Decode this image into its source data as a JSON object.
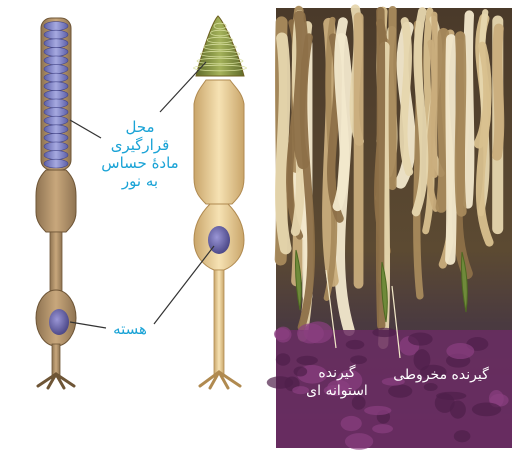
{
  "labels": {
    "photosensitive_site": [
      "محل",
      "قرارگیری",
      "مادهٔ حساس",
      "به نور"
    ],
    "nucleus": "هسته",
    "cone_receptor": "گیرنده مخروطی",
    "rod_receptor": [
      "گیرنده",
      "استوانه ای"
    ]
  },
  "colors": {
    "label_blue": "#1aa3d6",
    "rod_body": "#b0916a",
    "cone_body": "#e8c98c",
    "rod_disks": "#8a8fd0",
    "cone_disks": "#7d8a3c",
    "nucleus": "#6e6aa8"
  },
  "icons": [
    "rod-cell-illustration",
    "cone-cell-illustration",
    "retina-micrograph"
  ]
}
